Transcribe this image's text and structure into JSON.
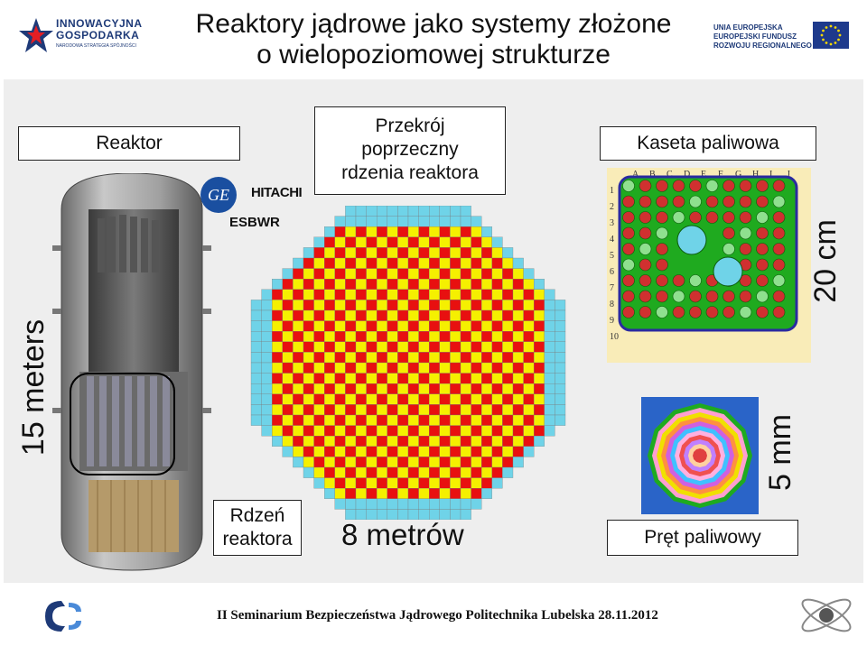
{
  "header": {
    "title_line1": "Reaktory jądrowe jako systemy złożone",
    "title_line2": "o wielopoziomowej strukturze",
    "logo_left": {
      "name": "INNOWACYJNA GOSPODARKA",
      "line1": "INNOWACYJNA",
      "line2": "GOSPODARKA",
      "subtitle": "NARODOWA STRATEGIA SPÓJNOŚCI"
    },
    "logo_right": {
      "line1": "UNIA EUROPEJSKA",
      "line2": "EUROPEJSKI FUNDUSZ",
      "line3": "ROZWOJU REGIONALNEGO"
    }
  },
  "labels": {
    "reaktor": "Reaktor",
    "przekroj_line1": "Przekrój",
    "przekroj_line2": "poprzeczny",
    "przekroj_line3": "rdzenia reaktora",
    "kaseta": "Kaseta paliwowa",
    "rdzen_line1": "Rdzeń",
    "rdzen_line2": "reaktora",
    "metrow": "8 metrów",
    "pret": "Pręt paliwowy",
    "meters15": "15 meters",
    "cm20": "20 cm",
    "mm5": "5 mm",
    "hitachi": "HITACHI",
    "ge": "GE",
    "esbwr": "ESBWR"
  },
  "cassette": {
    "columns": [
      "A",
      "B",
      "C",
      "D",
      "E",
      "F",
      "G",
      "H",
      "I",
      "J"
    ],
    "rows": [
      "1",
      "2",
      "3",
      "4",
      "5",
      "6",
      "7",
      "8",
      "9",
      "10"
    ]
  },
  "footer": {
    "text": "II Seminarium Bezpieczeństwa Jądrowego Politechnika Lubelska 28.11.2012"
  },
  "colors": {
    "core_red": "#e81010",
    "core_yellow": "#f5f000",
    "core_cyan": "#6fd3e8",
    "core_blue": "#3a6fc8",
    "cassette_green": "#1faa1f",
    "cassette_border": "#2a2aa0",
    "vessel_gray": "#8c8c8c"
  }
}
